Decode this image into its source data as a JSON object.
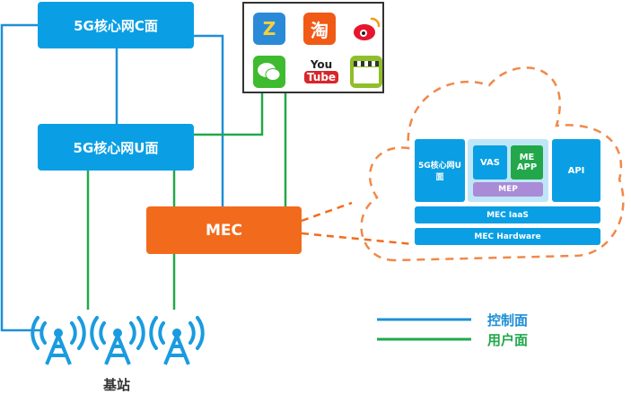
{
  "core_c": "5G核心网C面",
  "core_u": "5G核心网U面",
  "mec": "MEC",
  "base_station": "基站",
  "legend": {
    "control": "控制面",
    "user": "用户面",
    "control_color": "#1f8fd6",
    "user_color": "#22a84b"
  },
  "apps": [
    {
      "name": "qzone-icon",
      "glyph": "Z"
    },
    {
      "name": "taobao-icon",
      "glyph": "淘"
    },
    {
      "name": "weibo-icon",
      "glyph": ""
    },
    {
      "name": "wechat-icon",
      "glyph": ""
    },
    {
      "name": "youtube-icon",
      "glyph": "You"
    },
    {
      "name": "video-clapper-icon",
      "glyph": ""
    }
  ],
  "youtube_tube": "Tube",
  "cloud": {
    "u_plane": "5G核心网U面",
    "vas": "VAS",
    "me_app": "ME APP",
    "mep": "MEP",
    "api": "API",
    "iaas": "MEC IaaS",
    "hardware": "MEC Hardware"
  },
  "colors": {
    "box_blue": "#0a9fe4",
    "mec_orange": "#f26b1d",
    "mep_purple": "#a98bd8"
  }
}
